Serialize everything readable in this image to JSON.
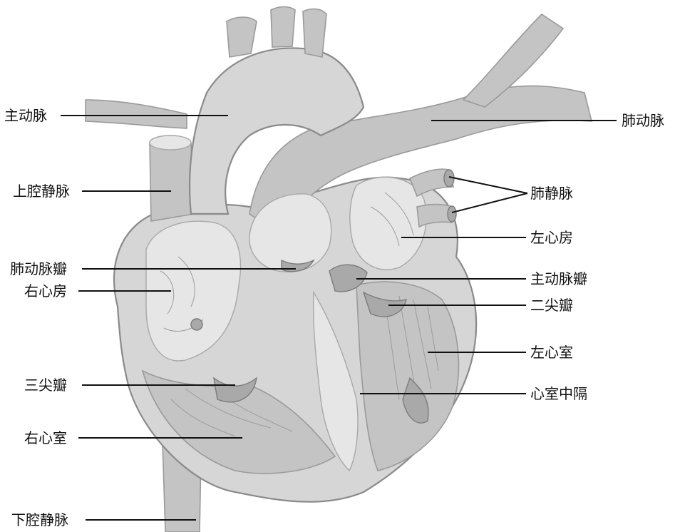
{
  "labels": {
    "aorta": "主动脉",
    "superior_vena_cava": "上腔静脉",
    "pulmonary_valve": "肺动脉瓣",
    "right_atrium": "右心房",
    "tricuspid_valve": "三尖瓣",
    "right_ventricle": "右心室",
    "inferior_vena_cava": "下腔静脉",
    "pulmonary_artery": "肺动脉",
    "pulmonary_veins": "肺静脉",
    "left_atrium": "左心房",
    "aortic_valve": "主动脉瓣",
    "mitral_valve": "二尖瓣",
    "left_ventricle": "左心室",
    "interventricular_septum": "心室中隔"
  },
  "style": {
    "label_color": "#111111",
    "illustration_tone": "#c8c8c8"
  }
}
